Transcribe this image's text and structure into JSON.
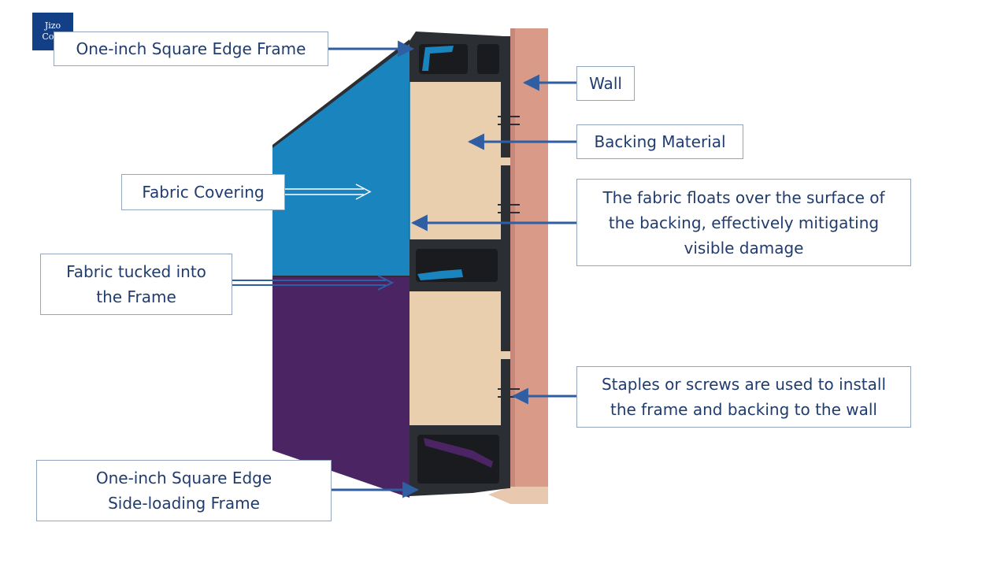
{
  "logo": {
    "line1": "Jizo",
    "line2": "Corp"
  },
  "labels": {
    "top_frame": "One-inch Square Edge Frame",
    "wall": "Wall",
    "backing": "Backing Material",
    "fabric_covering": "Fabric Covering",
    "fabric_floats": {
      "line1": "The fabric floats over the surface of",
      "line2": "the backing, effectively mitigating",
      "line3": "visible damage"
    },
    "fabric_tucked": {
      "line1": "Fabric tucked into",
      "line2": "the Frame"
    },
    "staples": {
      "line1": "Staples or screws are used to install",
      "line2": "the frame and backing to the wall"
    },
    "side_frame": {
      "line1": "One-inch Square Edge",
      "line2": "Side-loading Frame"
    }
  },
  "colors": {
    "label_text": "#203c6e",
    "label_border": "#94a6bf",
    "arrow": "#2f5ea3",
    "fabric_top": "#1a84bf",
    "fabric_bottom": "#4b2464",
    "backing": "#e9cfae",
    "wall": "#d99a88",
    "frame": "#2b2e33",
    "logo_bg": "#123f86"
  }
}
